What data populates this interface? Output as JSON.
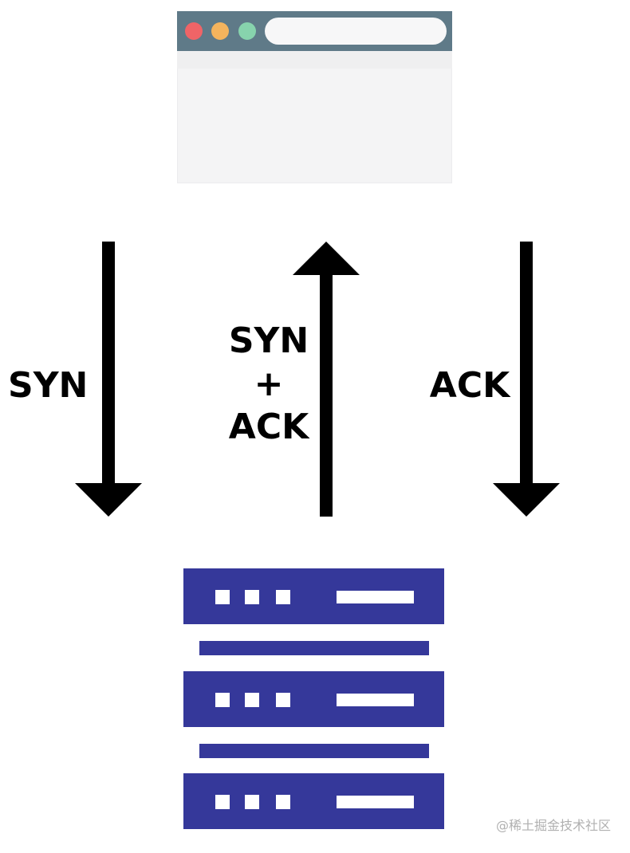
{
  "labels": {
    "syn": "SYN",
    "synack_top": "SYN",
    "synack_plus": "+",
    "synack_bottom": "ACK",
    "ack": "ACK"
  },
  "watermark": "@稀土掘金技术社区",
  "colors": {
    "browser_bar": "#5f7a88",
    "dot_red": "#f06467",
    "dot_yellow": "#f5b45d",
    "dot_green": "#87d3ad",
    "server": "#35389a",
    "arrow": "#000000"
  },
  "icons": {
    "client": "browser-window-icon",
    "server": "server-rack-icon"
  }
}
